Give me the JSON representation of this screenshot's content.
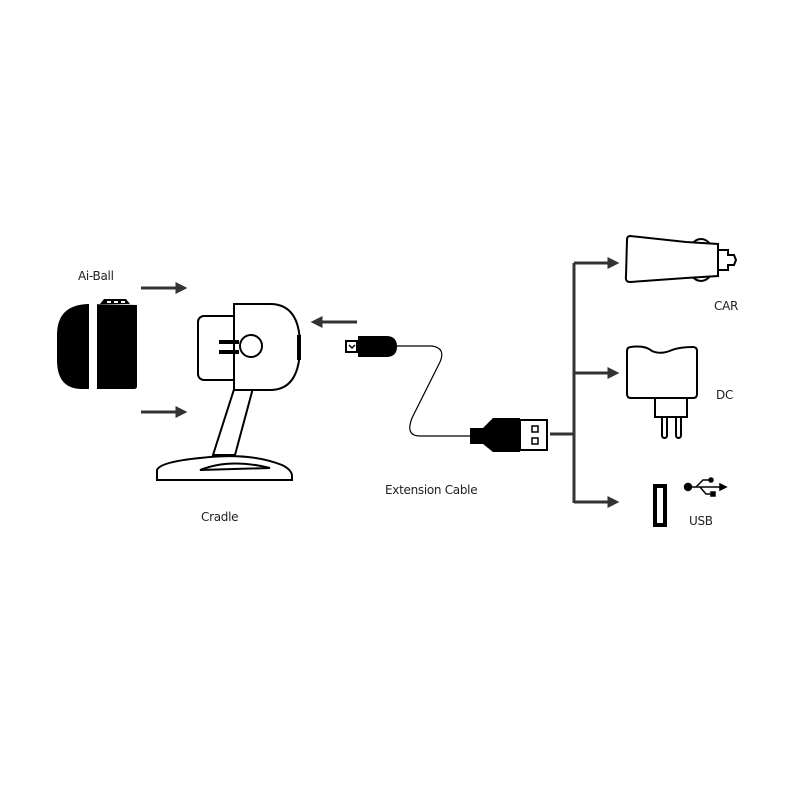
{
  "labels": {
    "ai_ball": "Ai-Ball",
    "cradle": "Cradle",
    "extension_cable": "Extension Cable",
    "car": "CAR",
    "dc": "DC",
    "usb": "USB"
  },
  "colors": {
    "line": "#333333",
    "fill": "#000000",
    "cradle_label": "#3a3a2a"
  }
}
